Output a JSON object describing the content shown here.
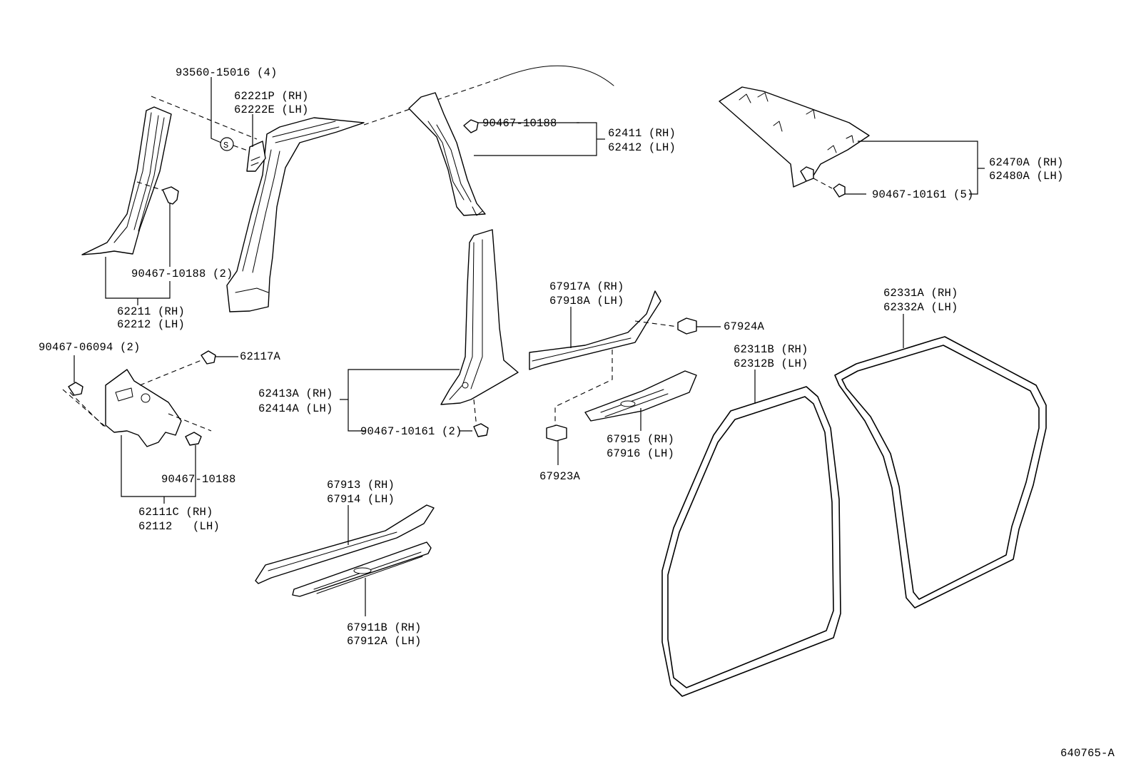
{
  "diagram_id": "640765-A",
  "colors": {
    "ink": "#000000",
    "paper": "#ffffff"
  },
  "callouts": {
    "screw_93560": "93560-15016 (4)",
    "p62221": "62221P (RH)",
    "p62222": "62222E (LH)",
    "clip_top_center": "90467-10188",
    "p62411": "62411 (RH)",
    "p62412": "62412 (LH)",
    "p62470": "62470A (RH)",
    "p62480": "62480A (LH)",
    "clip_top_right": "90467-10161 (5)",
    "clip_a_pillar": "90467-10188 (2)",
    "p62211": "62211 (RH)",
    "p62212": "62212 (LH)",
    "clip_cowl": "90467-06094 (2)",
    "p62117": "62117A",
    "p62413": "62413A (RH)",
    "p62414": "62414A (LH)",
    "clip_b_pillar": "90467-10161 (2)",
    "clip_cowl_lower": "90467-10188",
    "p62111": "62111C (RH)",
    "p62112": "62112   (LH)",
    "p67917": "67917A (RH)",
    "p67918": "67918A (LH)",
    "p67924": "67924A",
    "p67915": "67915 (RH)",
    "p67916": "67916 (LH)",
    "p67923": "67923A",
    "p67913": "67913 (RH)",
    "p67914": "67914 (LH)",
    "p67911": "67911B (RH)",
    "p67912": "67912A (LH)",
    "p62311": "62311B (RH)",
    "p62312": "62312B (LH)",
    "p62331": "62331A (RH)",
    "p62332": "62332A (LH)",
    "s_mark": "S"
  }
}
